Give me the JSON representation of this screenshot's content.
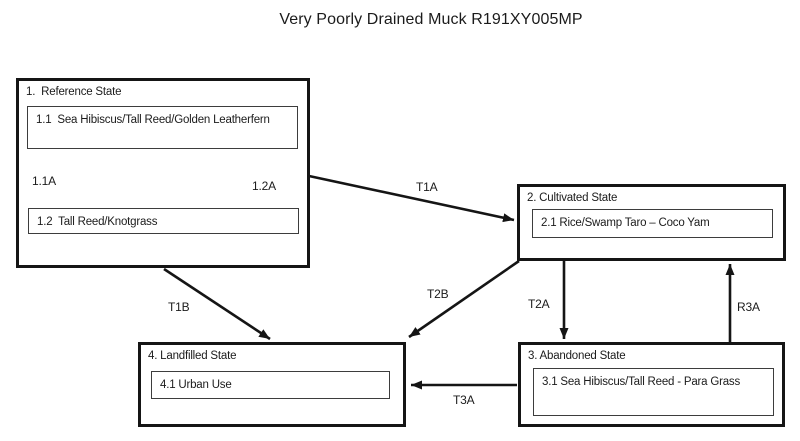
{
  "title": "Very Poorly Drained Muck R191XY005MP",
  "colors": {
    "ink": "#1b1b1b",
    "box_border": "#151515",
    "community_border": "#3d3d3d",
    "background": "#ffffff"
  },
  "states": {
    "reference": {
      "label": "1.  Reference State",
      "communities": [
        {
          "label": "1.1  Sea Hibiscus/Tall Reed/Golden Leatherfern"
        },
        {
          "label": "1.2  Tall Reed/Knotgrass"
        }
      ],
      "pathways": {
        "p11a": {
          "label": "1.1A"
        },
        "p12a": {
          "label": "1.2A"
        }
      }
    },
    "cultivated": {
      "label": "2. Cultivated State",
      "communities": [
        {
          "label": "2.1 Rice/Swamp Taro – Coco Yam"
        }
      ]
    },
    "abandoned": {
      "label": "3. Abandoned State",
      "communities": [
        {
          "label": "3.1 Sea Hibiscus/Tall Reed - Para Grass"
        }
      ]
    },
    "landfilled": {
      "label": "4. Landfilled State",
      "communities": [
        {
          "label": "4.1 Urban Use"
        }
      ]
    }
  },
  "transitions": {
    "t1a": {
      "label": "T1A"
    },
    "t1b": {
      "label": "T1B"
    },
    "t2a": {
      "label": "T2A"
    },
    "t2b": {
      "label": "T2B"
    },
    "r3a": {
      "label": "R3A"
    },
    "t3a": {
      "label": "T3A"
    }
  }
}
